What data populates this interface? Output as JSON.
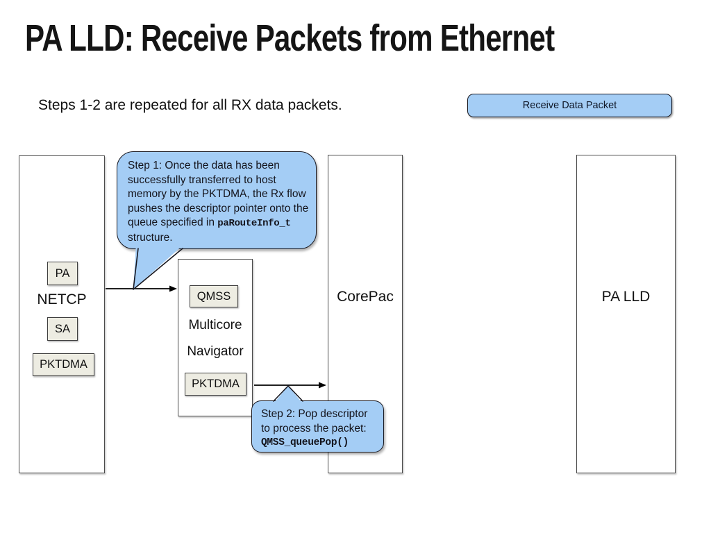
{
  "slide": {
    "title": "PA LLD: Receive Packets from Ethernet",
    "subtitle": "Steps 1-2 are repeated for all RX data packets."
  },
  "flow_button": {
    "label": "Receive Data Packet"
  },
  "diagram": {
    "netcp": {
      "label": "NETCP",
      "chips": [
        "PA",
        "SA",
        "PKTDMA"
      ]
    },
    "navigator": {
      "line1": "Multicore",
      "line2": "Navigator",
      "chips": [
        "QMSS",
        "PKTDMA"
      ]
    },
    "corepac": {
      "label": "CorePac"
    },
    "pa_lld": {
      "label": "PA LLD"
    }
  },
  "callouts": {
    "step1": {
      "text": "Step 1: Once the data has been successfully transferred to host memory by the PKTDMA, the Rx flow pushes the descriptor pointer onto the queue specified in ",
      "code": "paRouteInfo_t",
      "suffix": " structure."
    },
    "step2": {
      "text": "Step 2: Pop descriptor to process the packet:",
      "code": "QMSS_queuePop()"
    }
  },
  "colors": {
    "callout_fill": "#A4CDF5",
    "callout_border": "#181820",
    "chip_fill": "#EDECE2",
    "chip_border": "#3F3F3F",
    "box_border": "#4A4A4A"
  }
}
